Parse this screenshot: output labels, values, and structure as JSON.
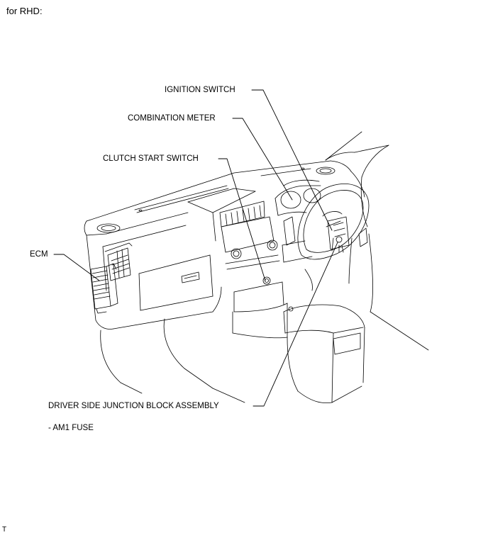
{
  "header": {
    "note": "for RHD:"
  },
  "labels": {
    "ignition_switch": "IGNITION SWITCH",
    "combination_meter": "COMBINATION METER",
    "clutch_start_switch": "CLUTCH START SWITCH",
    "ecm": "ECM",
    "driver_side_junction_block": "DRIVER SIDE JUNCTION BLOCK ASSEMBLY",
    "am1_fuse": "- AM1 FUSE"
  },
  "footer": {
    "code": "T"
  }
}
